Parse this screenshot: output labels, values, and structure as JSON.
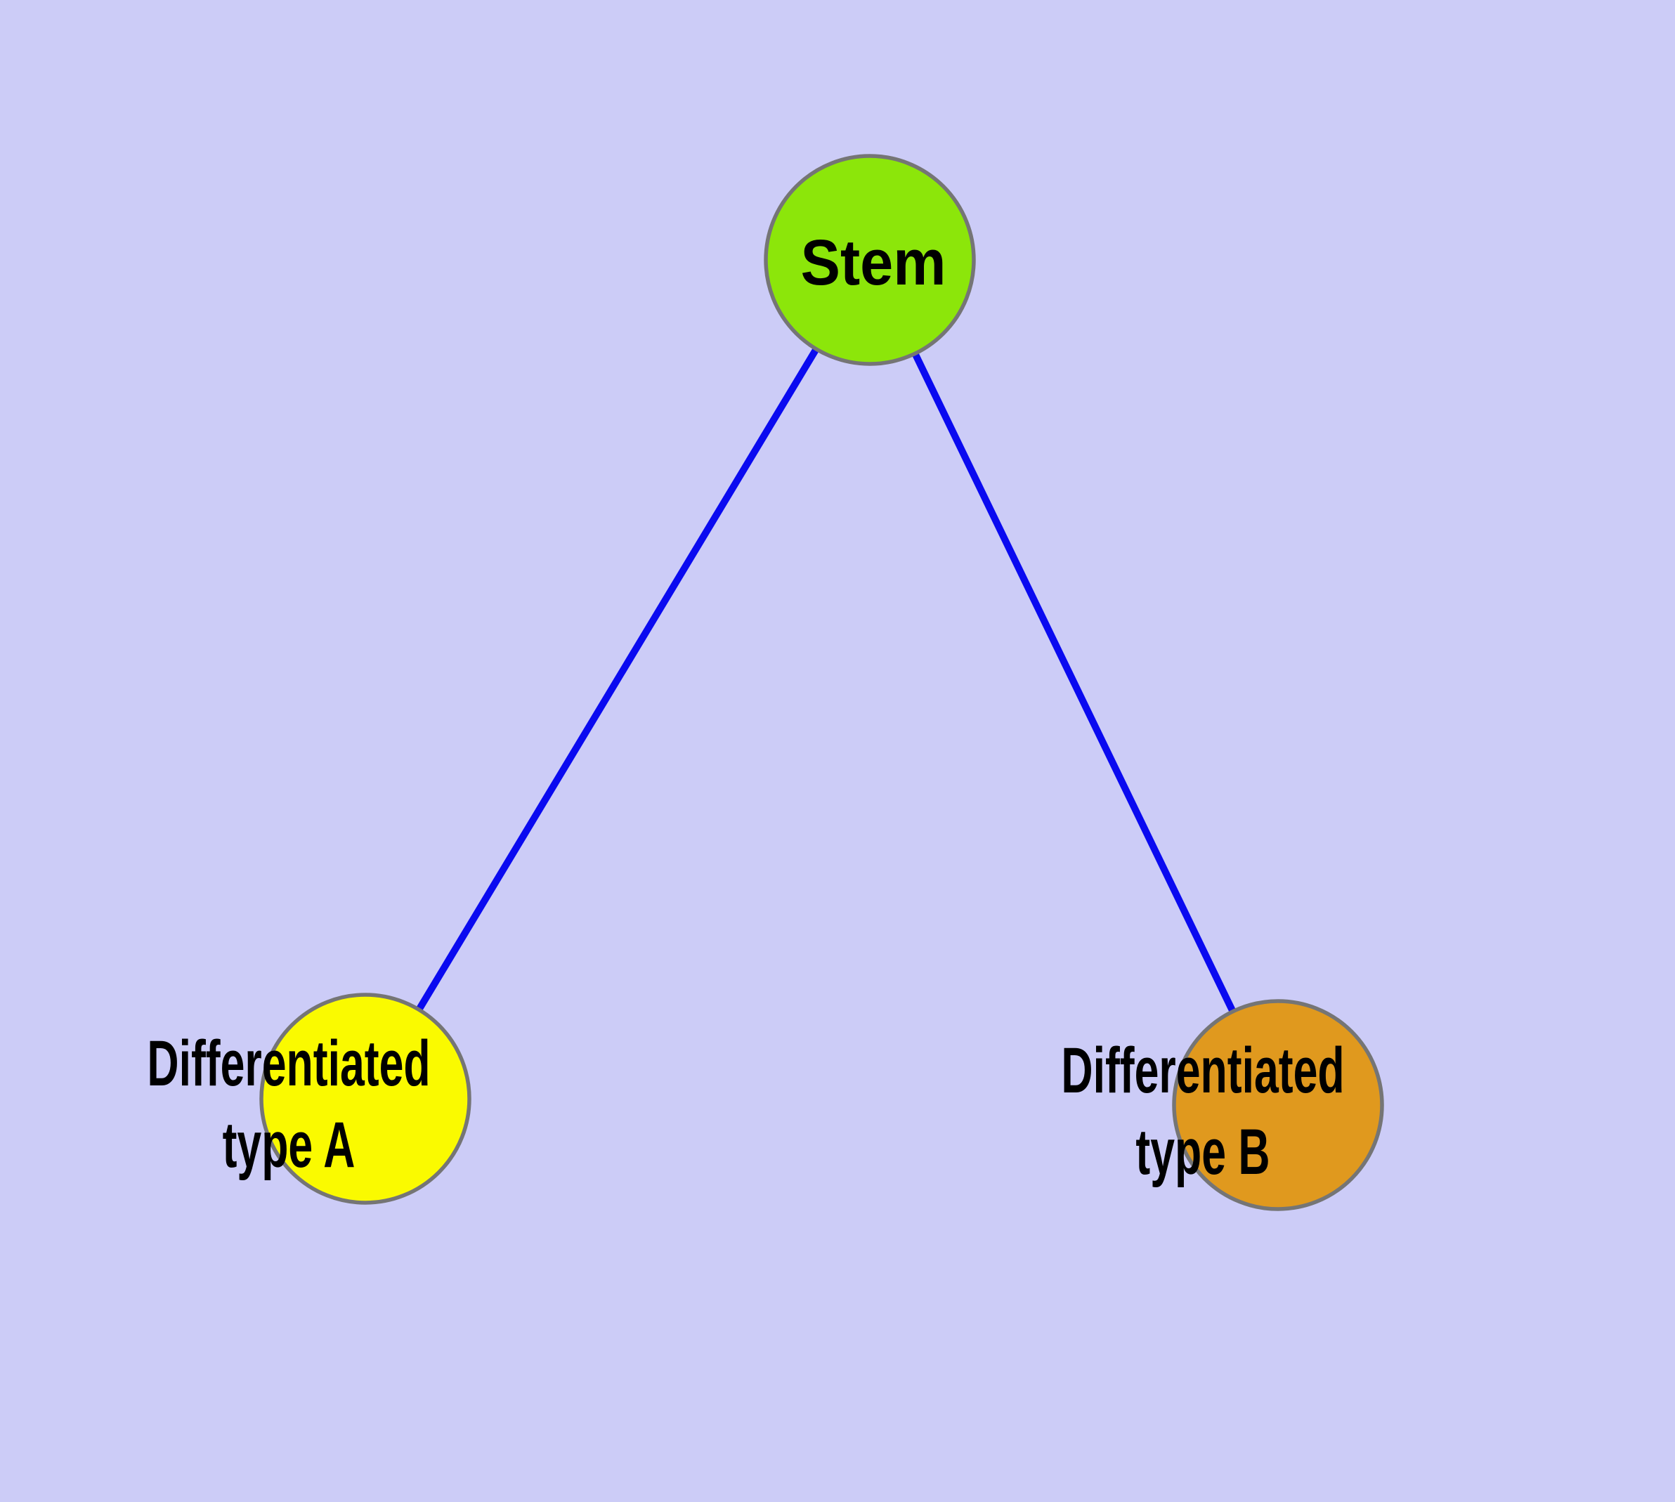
{
  "colors": {
    "background": "#CCCCF7",
    "edge": "#0A0AF0",
    "node_border": "#757575",
    "label_text": "#000000"
  },
  "graph": {
    "nodes": [
      {
        "id": "stem",
        "label": "Stem",
        "fill": "#8CE60A"
      },
      {
        "id": "differentiated-type-a",
        "label_line1": "Differentiated",
        "label_line2": "type A",
        "fill": "#FAFA00"
      },
      {
        "id": "differentiated-type-b",
        "label_line1": "Differentiated",
        "label_line2": "type B",
        "fill": "#E0991E"
      }
    ],
    "edges": [
      {
        "from": "Stem",
        "to": "Differentiated type A"
      },
      {
        "from": "Stem",
        "to": "Differentiated type B"
      }
    ]
  }
}
